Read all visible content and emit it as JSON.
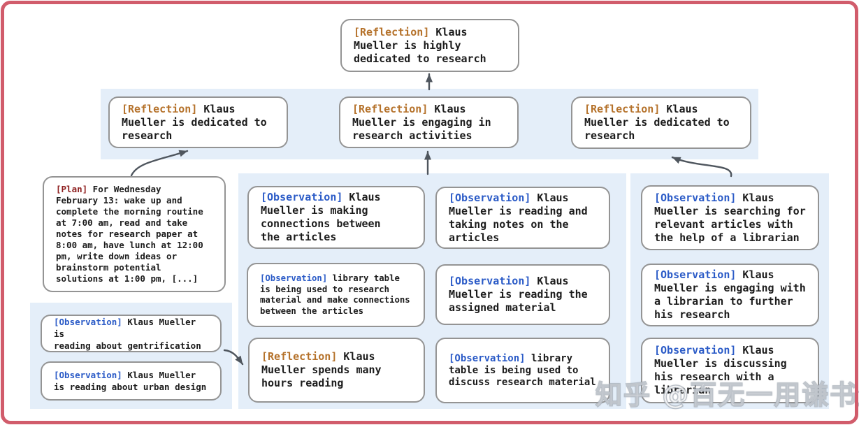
{
  "colors": {
    "band_blue": "#e4eef9",
    "box_border": "#949494",
    "reflection_tag": "#b5722b",
    "observation_tag": "#2b5bc7",
    "plan_tag": "#8e1f1f",
    "arrow": "#4f565e",
    "frame_red": "#d15c6b"
  },
  "watermark": "知乎 @百无一用谦书生",
  "nodes": {
    "top_reflection": {
      "tag": "[Reflection]",
      "text": "Klaus\nMueller is highly\ndedicated to research"
    },
    "reflection_left": {
      "tag": "[Reflection]",
      "text": "Klaus\nMueller is dedicated to\nresearch"
    },
    "reflection_mid": {
      "tag": "[Reflection]",
      "text": "Klaus\nMueller is engaging in\nresearch activities"
    },
    "reflection_right": {
      "tag": "[Reflection]",
      "text": "Klaus\nMueller is dedicated to\nresearch"
    },
    "plan": {
      "tag": "[Plan]",
      "text": "For Wednesday\nFebruary 13: wake up and\ncomplete the morning routine\nat 7:00 am, read and take\nnotes for research paper at\n8:00 am, have lunch at 12:00\npm, write down ideas or\nbrainstorm potential\nsolutions at 1:00 pm, [...]"
    },
    "obs_gentrification": {
      "tag": "[Observation]",
      "text": "Klaus Mueller is\nreading about gentrification"
    },
    "obs_urban_design": {
      "tag": "[Observation]",
      "text": "Klaus Mueller\nis reading about urban design"
    },
    "obs_connections": {
      "tag": "[Observation]",
      "text": "Klaus\nMueller is making\nconnections between\nthe articles"
    },
    "obs_library_research": {
      "tag": "[Observation]",
      "text": "library table\nis being used to research\nmaterial and make connections\nbetween the articles"
    },
    "reflection_hours": {
      "tag": "[Reflection]",
      "text": "Klaus\nMueller spends many\nhours reading"
    },
    "obs_taking_notes": {
      "tag": "[Observation]",
      "text": "Klaus\nMueller is reading and\ntaking notes on the\narticles"
    },
    "obs_assigned_material": {
      "tag": "[Observation]",
      "text": "Klaus\nMueller is reading the\nassigned material"
    },
    "obs_library_discuss": {
      "tag": "[Observation]",
      "text": "library\ntable is being used to\ndiscuss research material"
    },
    "obs_searching_articles": {
      "tag": "[Observation]",
      "text": "Klaus\nMueller is searching for\nrelevant articles with\nthe help of a librarian"
    },
    "obs_engaging_librarian": {
      "tag": "[Observation]",
      "text": "Klaus\nMueller is engaging with\na librarian to further\nhis research"
    },
    "obs_discussing_research": {
      "tag": "[Observation]",
      "text": "Klaus\nMueller is discussing\nhis research with a\nlibrarian"
    }
  }
}
